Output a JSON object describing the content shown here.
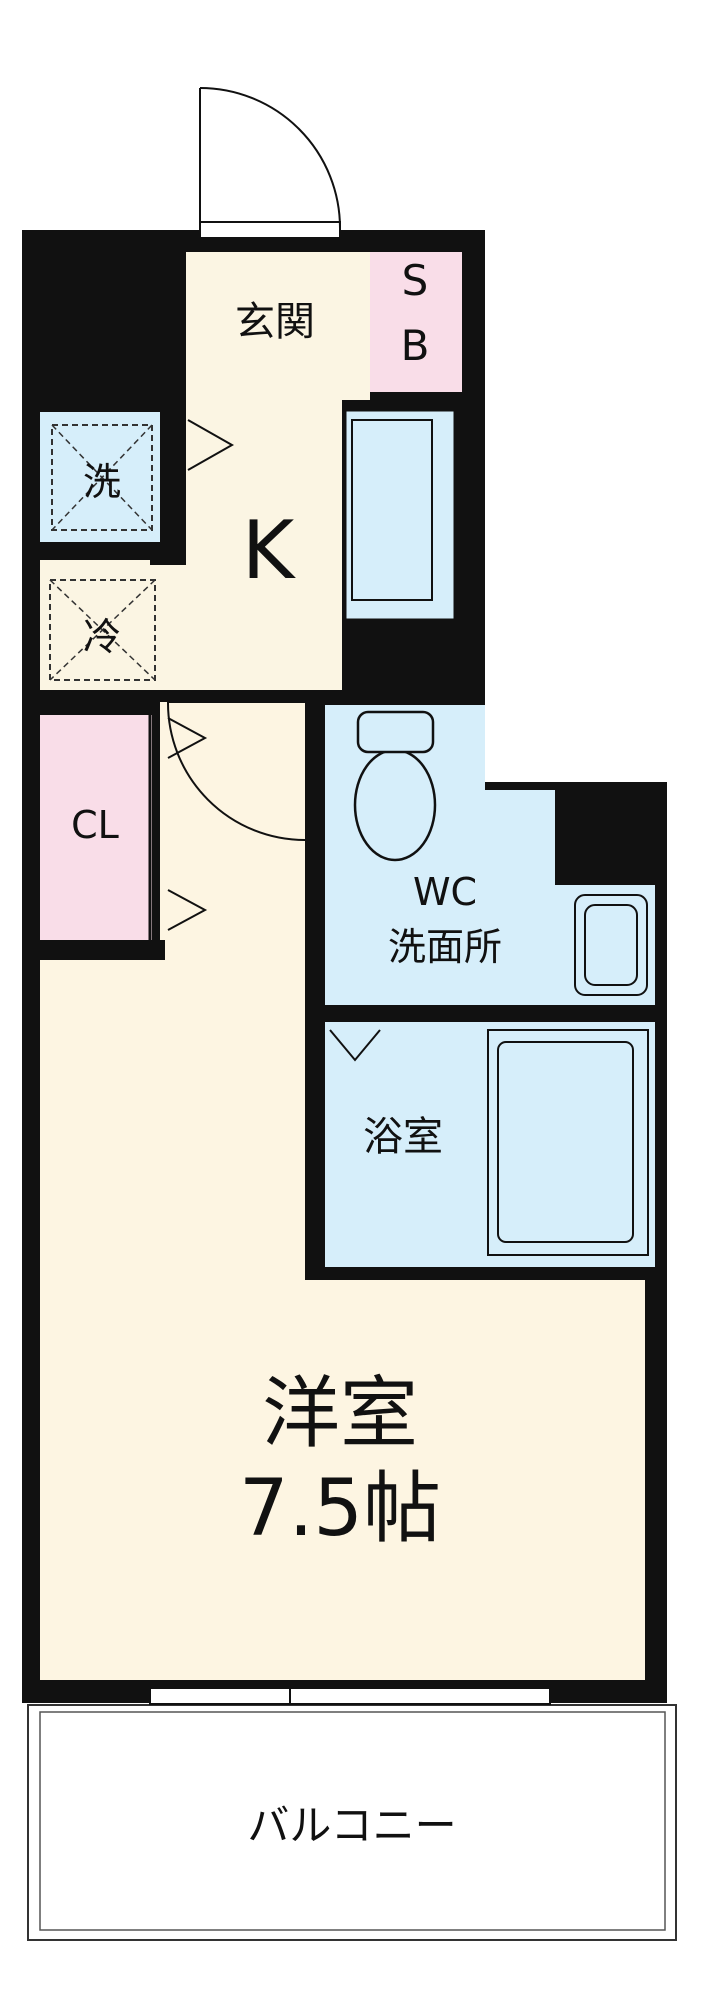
{
  "colors": {
    "wall": "#111111",
    "entry_floor": "#fbf5e3",
    "kitchen_floor": "#fbf5e3",
    "main_floor": "#fdf5e2",
    "wet_area": "#d6eefa",
    "closet": "#f9dde8",
    "balcony": "#ffffff"
  },
  "rooms": {
    "entrance": "玄関",
    "shoe_box_1": "S",
    "shoe_box_2": "B",
    "washer": "洗",
    "kitchen": "K",
    "fridge": "冷",
    "closet": "CL",
    "wc_line1": "WC",
    "wc_line2": "洗面所",
    "bath": "浴室",
    "main_line1": "洋室",
    "main_line2": "7.5帖",
    "balcony": "バルコニー"
  }
}
